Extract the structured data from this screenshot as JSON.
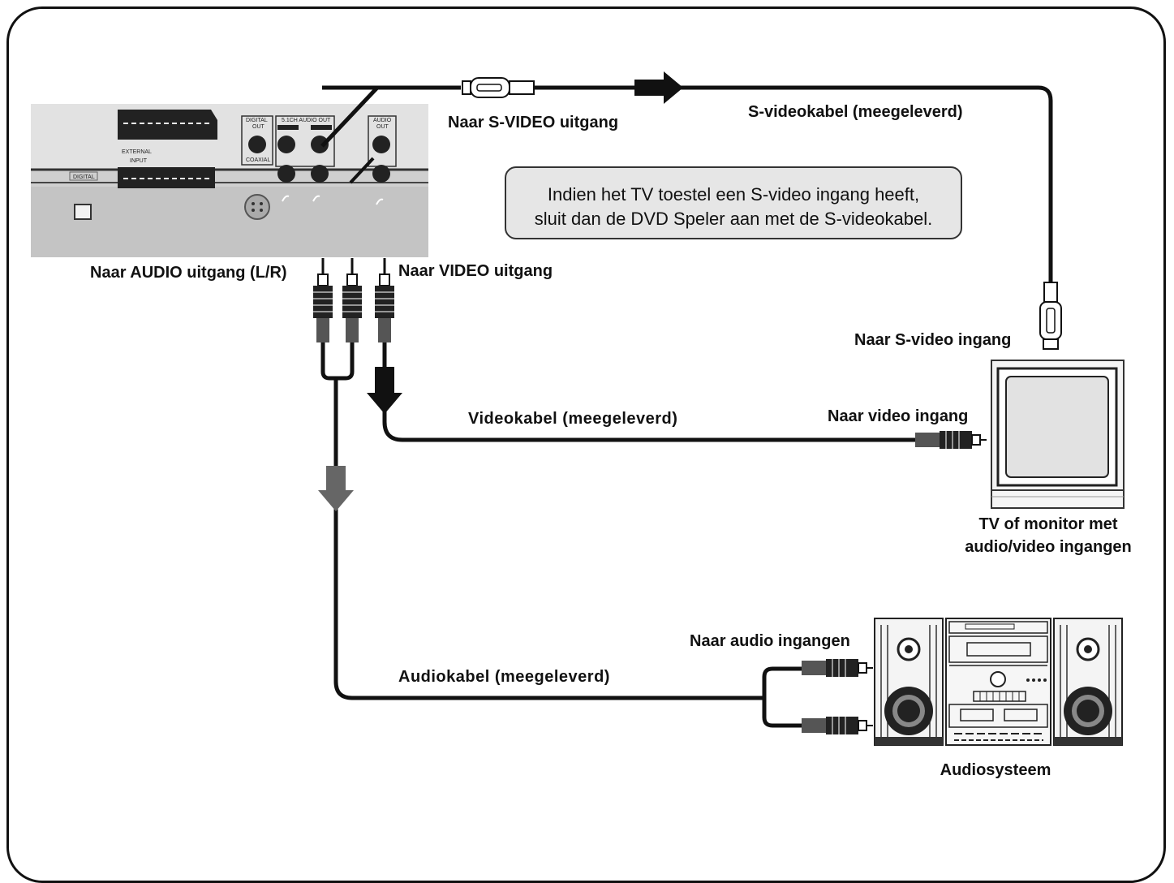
{
  "labels": {
    "to_svideo_output": "Naar S-VIDEO uitgang",
    "svideo_cable": "S-videokabel (meegeleverd)",
    "to_audio_output": "Naar AUDIO uitgang (L/R)",
    "to_video_output": "Naar VIDEO uitgang",
    "to_svideo_input": "Naar S-video ingang",
    "video_cable": "Videokabel (meegeleverd)",
    "to_video_input": "Naar video ingang",
    "tv_line1": "TV of monitor met",
    "tv_line2": "audio/video ingangen",
    "to_audio_inputs": "Naar audio ingangen",
    "audio_cable": "Audiokabel (meegeleverd)",
    "audio_system": "Audiosysteem"
  },
  "note": {
    "line1": "Indien het TV toestel een S-video ingang heeft,",
    "line2": "sluit dan de DVD Speler aan met de S-videokabel."
  },
  "panel": {
    "external_input_1": "EXTERNAL",
    "external_input_2": "INPUT",
    "digital_out_1": "DIGITAL",
    "digital_out_2": "OUT",
    "coaxial": "COAXIAL",
    "ch_audio_out": "5.1CH AUDIO OUT",
    "audio_out_1": "AUDIO",
    "audio_out_2": "OUT",
    "digital": "DIGITAL"
  },
  "colors": {
    "cable": "#111111",
    "audio_arrow": "#666666",
    "note_bg": "#e6e6e6",
    "panel_bg": "#d0d0d0"
  }
}
